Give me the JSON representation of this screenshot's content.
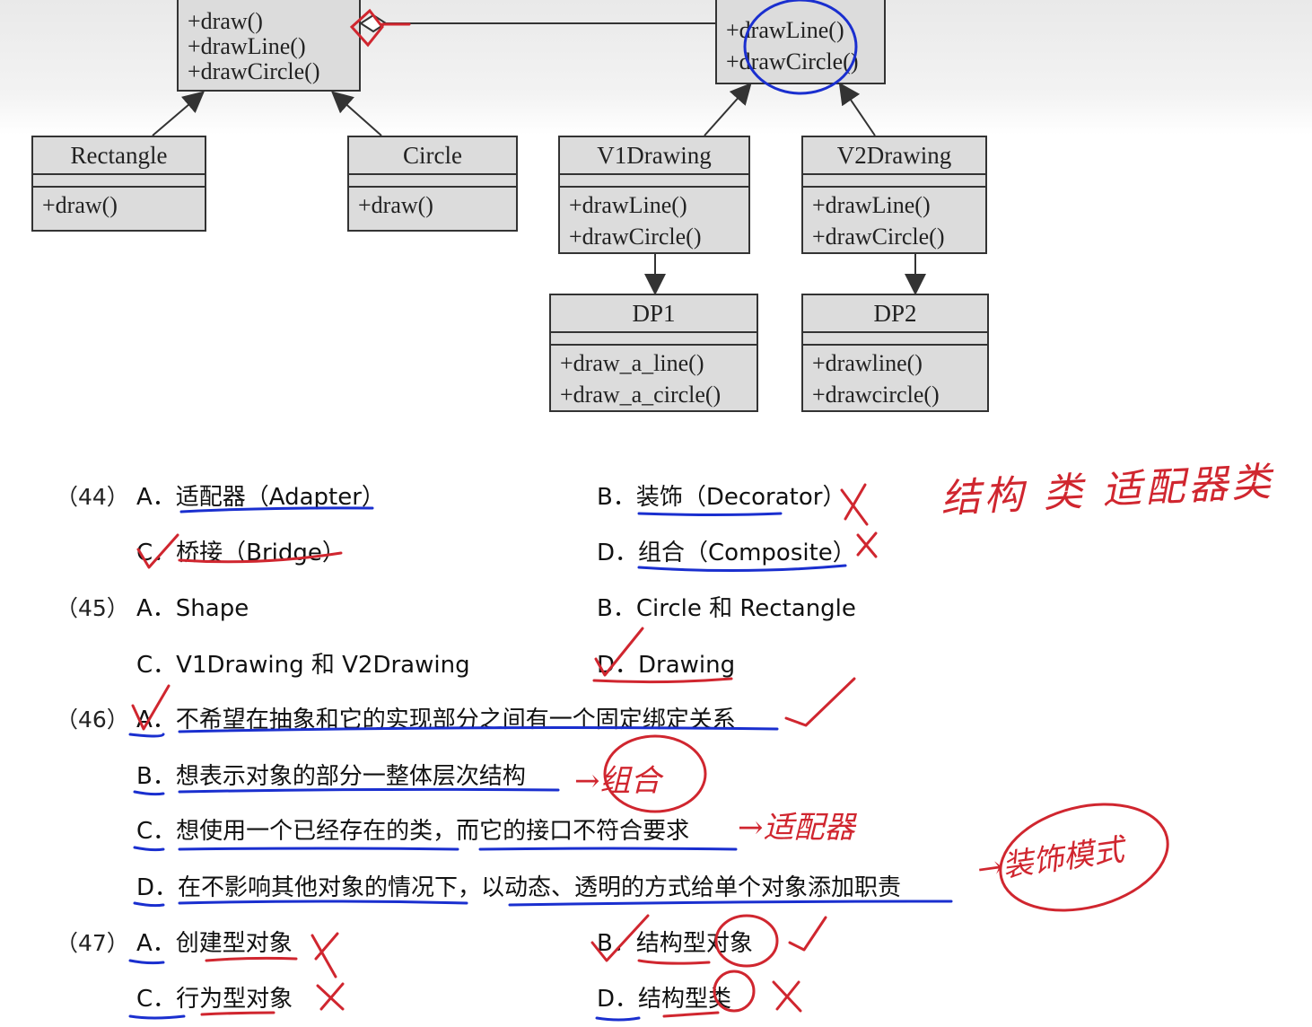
{
  "diagram": {
    "drawing_ops": [
      "+draw()",
      "+drawLine()",
      "+drawCircle()"
    ],
    "impl_ops": [
      "+drawLine()",
      "+drawCircle()"
    ],
    "classes": {
      "rectangle": {
        "name": "Rectangle",
        "ops": [
          "+draw()"
        ]
      },
      "circle": {
        "name": "Circle",
        "ops": [
          "+draw()"
        ]
      },
      "v1drawing": {
        "name": "V1Drawing",
        "ops": [
          "+drawLine()",
          "+drawCircle()"
        ]
      },
      "v2drawing": {
        "name": "V2Drawing",
        "ops": [
          "+drawLine()",
          "+drawCircle()"
        ]
      },
      "dp1": {
        "name": "DP1",
        "ops": [
          "+draw_a_line()",
          "+draw_a_circle()"
        ]
      },
      "dp2": {
        "name": "DP2",
        "ops": [
          "+drawline()",
          "+drawcircle()"
        ]
      }
    }
  },
  "questions": {
    "q44": {
      "num": "（44）",
      "a": "A．适配器（Adapter）",
      "b": "B．装饰（Decorator）",
      "c": "C．桥接（Bridge）",
      "d": "D．组合（Composite）"
    },
    "q45": {
      "num": "（45）",
      "a": "A．Shape",
      "b": "B．Circle 和 Rectangle",
      "c": "C．V1Drawing 和 V2Drawing",
      "d": "D．Drawing"
    },
    "q46": {
      "num": "（46）",
      "a": "A．不希望在抽象和它的实现部分之间有一个固定绑定关系",
      "b": "B．想表示对象的部分一整体层次结构",
      "c": "C．想使用一个已经存在的类，而它的接口不符合要求",
      "d": "D．在不影响其他对象的情况下，以动态、透明的方式给单个对象添加职责"
    },
    "q47": {
      "num": "（47）",
      "a": "A．创建型对象",
      "b": "B．结构型对象",
      "c": "C．行为型对象",
      "d": "D．结构型类"
    }
  },
  "handwriting": {
    "note_top": "结构 类 适配器类",
    "note_b": "→组合",
    "note_c": "→适配器",
    "note_d": "→装饰模式"
  },
  "colors": {
    "ink_red": "#d0262f",
    "ink_blue": "#1a2fcf"
  }
}
